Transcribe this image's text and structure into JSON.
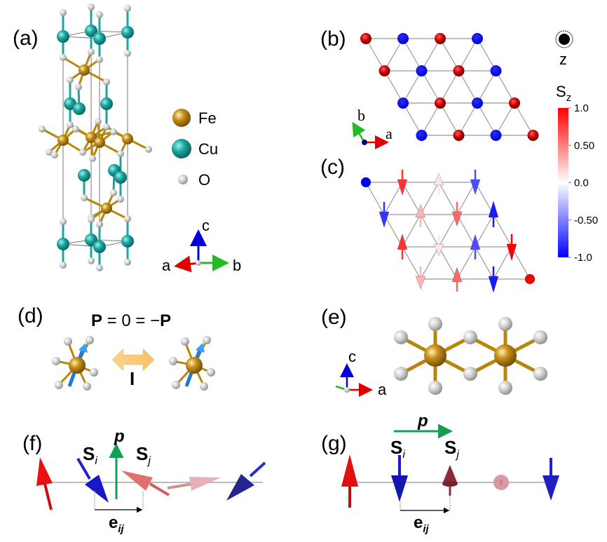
{
  "panels": {
    "a": {
      "label": "(a)",
      "legend": [
        {
          "element": "Fe",
          "color": "#b8860b"
        },
        {
          "element": "Cu",
          "color": "#1aa5a0"
        },
        {
          "element": "O",
          "color": "#c8c8c8"
        }
      ],
      "axes": {
        "c": "c",
        "a": "a",
        "b": "b"
      }
    },
    "b": {
      "label": "(b)",
      "axes": {
        "a": "a",
        "b": "b"
      },
      "z_label": "z",
      "rows": [
        [
          "up",
          "down",
          "up",
          "down"
        ],
        [
          "up",
          "down",
          "up",
          "down"
        ],
        [
          "down",
          "up",
          "down",
          "up"
        ],
        [
          "down",
          "up",
          "down",
          "up"
        ]
      ]
    },
    "c": {
      "label": "(c)",
      "sz_values": [
        [
          -1.0,
          0.8,
          0.1,
          -0.7
        ],
        [
          -0.8,
          0.3,
          0.6,
          -0.9
        ],
        [
          0.8,
          0.1,
          -0.7,
          1.0
        ],
        [
          0.3,
          0.6,
          -0.9,
          1.0
        ]
      ]
    },
    "colorbar": {
      "title": "S",
      "title_sub": "z",
      "ticks": [
        "1.0",
        "0.50",
        "0.0",
        "-0.50",
        "-1.0"
      ],
      "max_color": "#ff0000",
      "mid_color": "#ffffff",
      "min_color": "#0000ff"
    },
    "d": {
      "label": "(d)",
      "equation_p": "P",
      "equation_mid": " = 0 = −",
      "equation_p2": "P",
      "inversion_label": "I"
    },
    "e": {
      "label": "(e)",
      "axes": {
        "c": "c",
        "a": "a"
      }
    },
    "f": {
      "label": "(f)",
      "p_label": "p",
      "si_label": "S",
      "si_sub": "i",
      "sj_label": "S",
      "sj_sub": "j",
      "eij_label": "e",
      "eij_sub": "ij"
    },
    "g": {
      "label": "(g)",
      "p_label": "p",
      "si_label": "S",
      "si_sub": "i",
      "sj_label": "S",
      "sj_sub": "j",
      "eij_label": "e",
      "eij_sub": "ij"
    }
  }
}
